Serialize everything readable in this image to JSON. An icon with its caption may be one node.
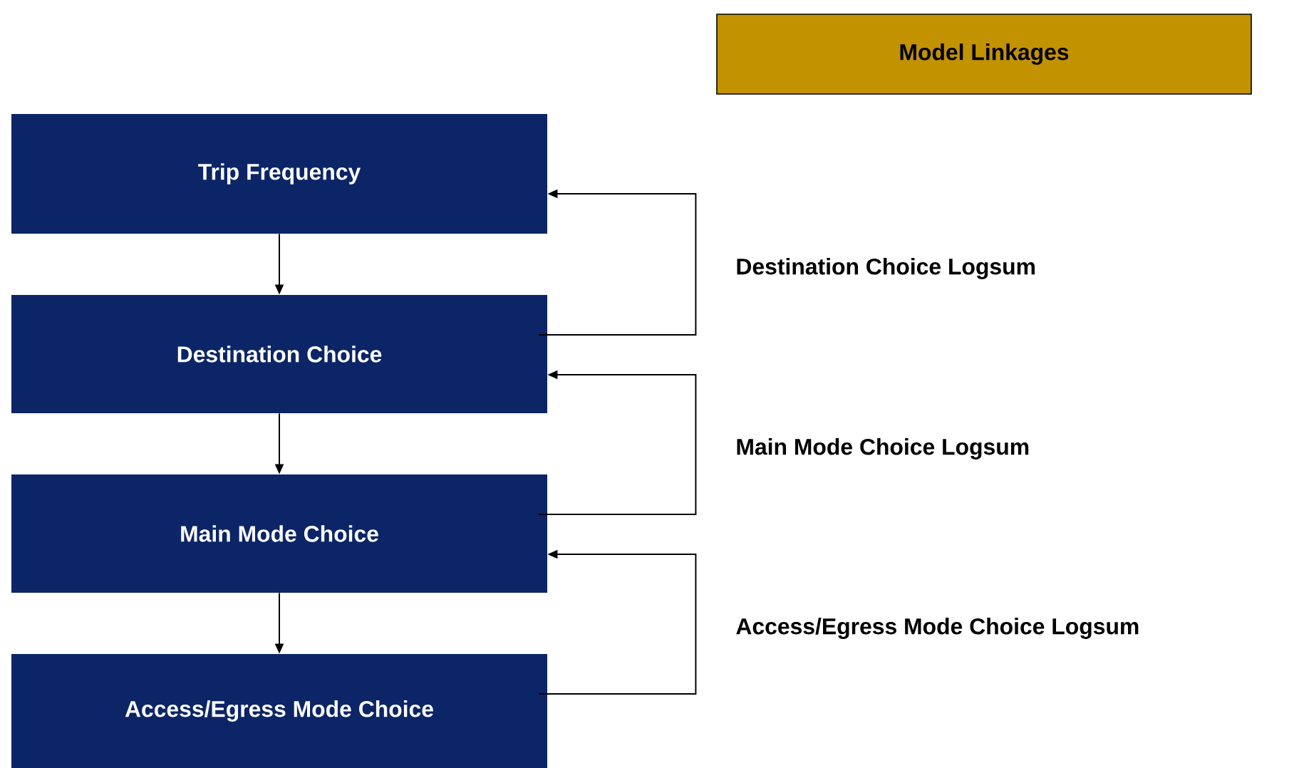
{
  "diagram": {
    "nodes": [
      {
        "text": [
          "Model Linkages"
        ]
      },
      {
        "text": [
          "Trip Frequency"
        ]
      },
      {
        "text": [
          "Destination Choice"
        ]
      },
      {
        "text": [
          "Main Mode Choice"
        ]
      },
      {
        "text": [
          "Access/Egress Mode Choice"
        ]
      }
    ],
    "edges": [
      {
        "from": 1,
        "to": 2,
        "arrow": "to"
      },
      {
        "from": 2,
        "to": 3,
        "arrow": "to"
      },
      {
        "from": 3,
        "to": 4,
        "arrow": "to"
      },
      {
        "from": 2,
        "to": 1,
        "arrow": "to",
        "label": "Destination Choice Logsum"
      },
      {
        "from": 3,
        "to": 2,
        "arrow": "to",
        "label": "Main Mode Choice Logsum"
      },
      {
        "from": 4,
        "to": 3,
        "arrow": "to",
        "label": "Access/Egress Mode Choice Logsum"
      }
    ]
  }
}
